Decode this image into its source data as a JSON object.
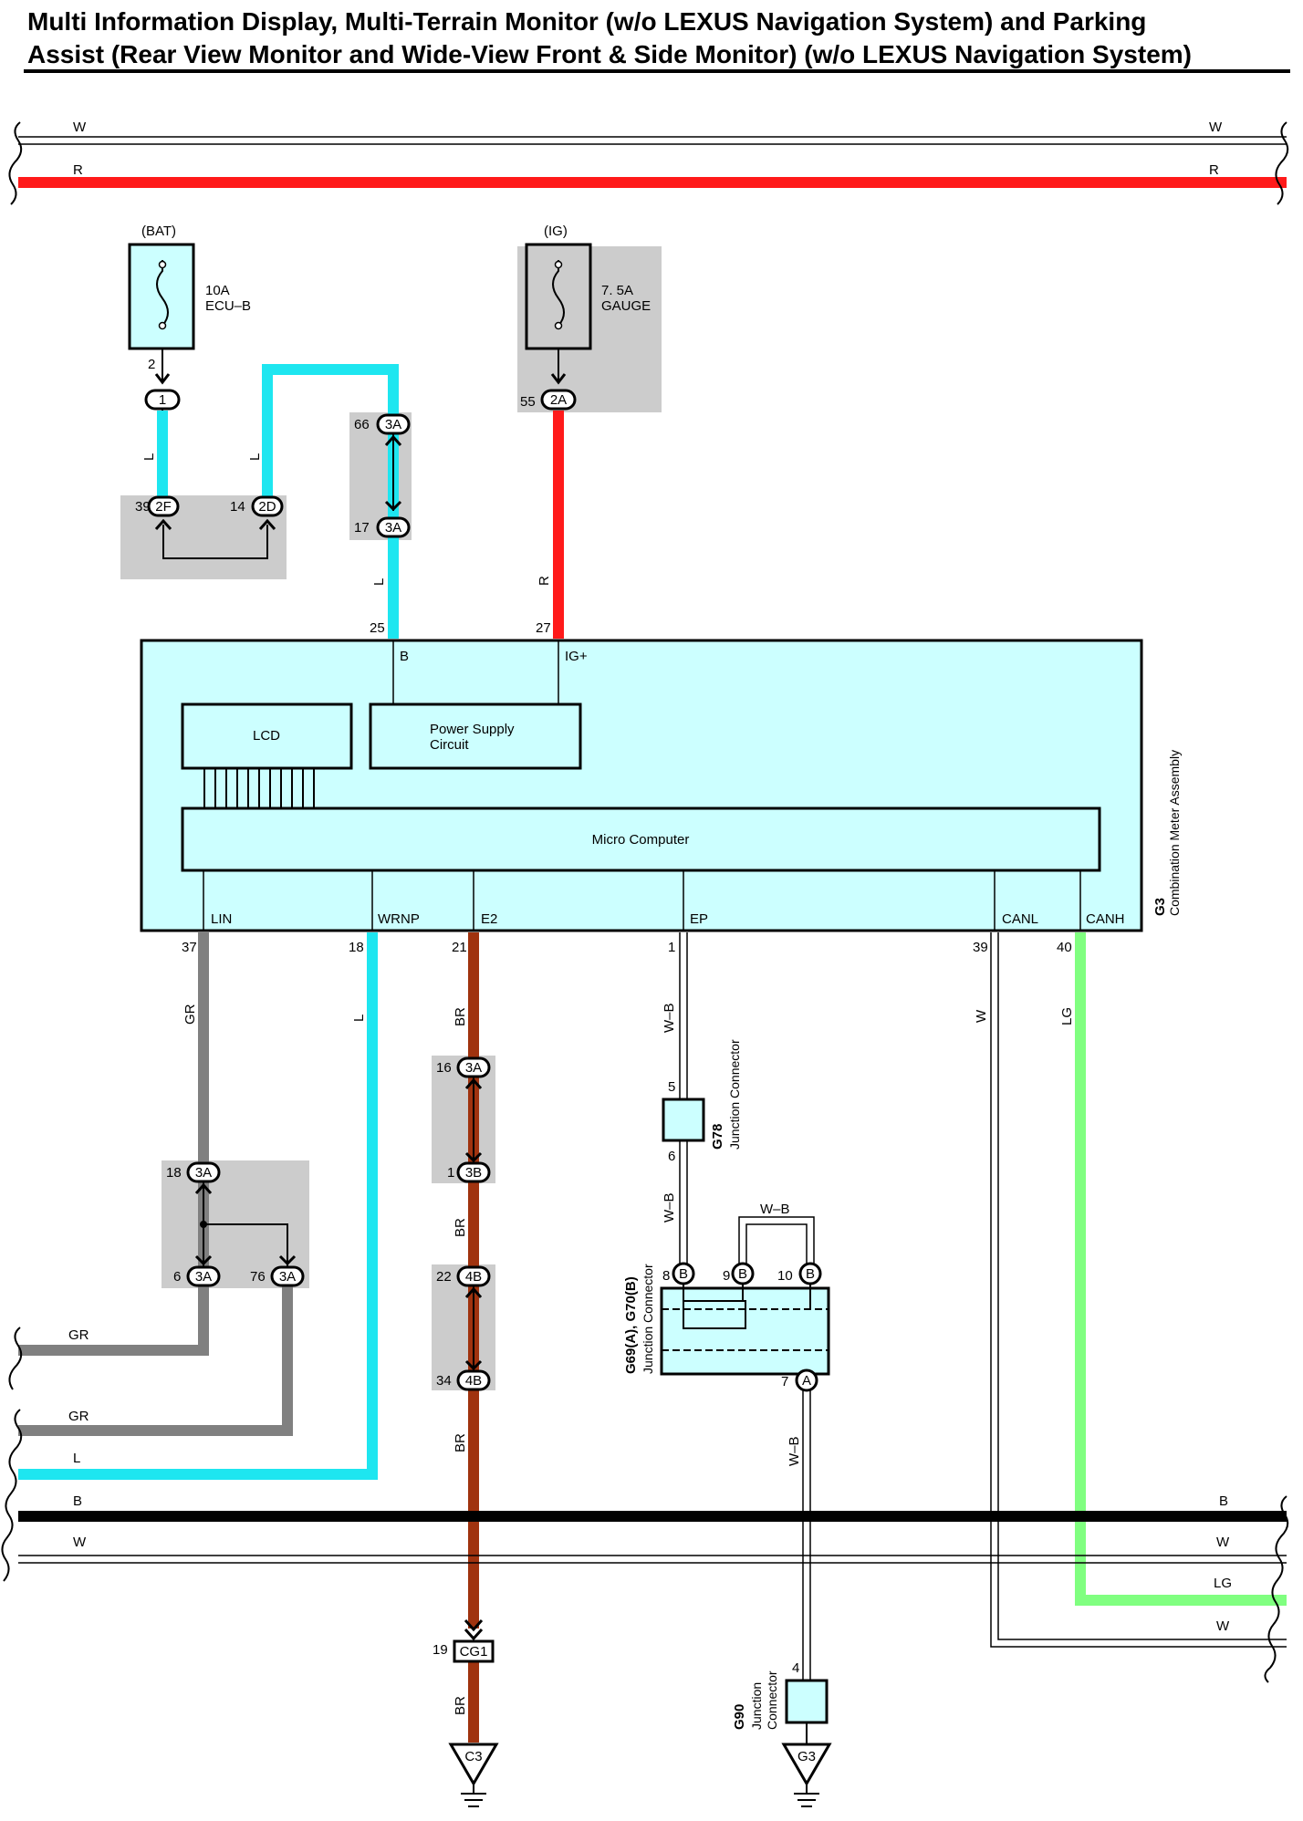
{
  "title": {
    "line1": "Multi Information Display, Multi-Terrain Monitor (w/o LEXUS Navigation System) and Parking",
    "line2": "Assist (Rear View Monitor and Wide-View Front & Side Monitor) (w/o LEXUS Navigation System)"
  },
  "colors": {
    "red_wire": "#ff1a1a",
    "lightblue_wire": "#1ee6f0",
    "gray_wire": "#808080",
    "brown_wire": "#a0330f",
    "lightgreen_wire": "#80ff80",
    "black_wire": "#000000",
    "component_fill": "#ccffff",
    "shade": "#cccccc"
  },
  "bus_top": {
    "w_left": "W",
    "w_right": "W",
    "r_left": "R",
    "r_right": "R"
  },
  "fuse_bat": {
    "supply": "(BAT)",
    "amp": "10A",
    "name": "ECU–B",
    "pin": "2",
    "conn": "1",
    "wire": "L"
  },
  "fuse_ig": {
    "supply": "(IG)",
    "amp": "7. 5A",
    "name": "GAUGE",
    "pin": "55",
    "conn": "2A",
    "wire": "R"
  },
  "jb_top": {
    "c39": {
      "pin": "39",
      "conn": "2F"
    },
    "c14": {
      "pin": "14",
      "conn": "2D"
    },
    "c66": {
      "pin": "66",
      "conn": "3A"
    },
    "c17": {
      "pin": "17",
      "conn": "3A"
    },
    "wire_left": "L",
    "wire_after": "L"
  },
  "meter": {
    "code": "G3",
    "name": "Combination Meter Assembly",
    "pin_b": "25",
    "pin_ig": "27",
    "term_b": "B",
    "term_ig": "IG+",
    "lcd": "LCD",
    "psc1": "Power Supply",
    "psc2": "Circuit",
    "micro": "Micro Computer",
    "terms": [
      "LIN",
      "WRNP",
      "E2",
      "EP",
      "CANL",
      "CANH"
    ],
    "pins": [
      "37",
      "18",
      "21",
      "1",
      "39",
      "40"
    ]
  },
  "wires": {
    "lin": "GR",
    "wrnp": "L",
    "e2": "BR",
    "ep": "W–B",
    "canl": "W",
    "canh": "LG"
  },
  "jb_gr": {
    "c18": {
      "pin": "18",
      "conn": "3A"
    },
    "c6": {
      "pin": "6",
      "conn": "3A"
    },
    "c76": {
      "pin": "76",
      "conn": "3A"
    }
  },
  "jb_br": {
    "c16": {
      "pin": "16",
      "conn": "3A"
    },
    "c1": {
      "pin": "1",
      "conn": "3B"
    },
    "c22": {
      "pin": "22",
      "conn": "4B"
    },
    "c34": {
      "pin": "34",
      "conn": "4B"
    },
    "wire_mid": "BR",
    "wire_low": "BR"
  },
  "g78": {
    "code": "G78",
    "name": "Junction Connector",
    "pin_in": "5",
    "pin_out": "6",
    "wire_out": "W–B"
  },
  "g69": {
    "code": "G69(A), G70(B)",
    "name": "Junction Connector",
    "pins": [
      "8",
      "9",
      "10"
    ],
    "conn": "B",
    "pin_out": "7",
    "conn_out": "A",
    "bridge": "W–B",
    "wire_out": "W–B"
  },
  "bus_bottom": {
    "gr1": "GR",
    "gr2": "GR",
    "l": "L",
    "b_left": "B",
    "b_right": "B",
    "w_left": "W",
    "w_right": "W",
    "lg_right": "LG",
    "w2_right": "W"
  },
  "ground_c3": {
    "pin": "19",
    "conn": "CG1",
    "wire": "BR",
    "ground": "C3"
  },
  "g90": {
    "code": "G90",
    "name1": "Junction",
    "name2": "Connector",
    "pin": "4",
    "ground": "G3"
  }
}
